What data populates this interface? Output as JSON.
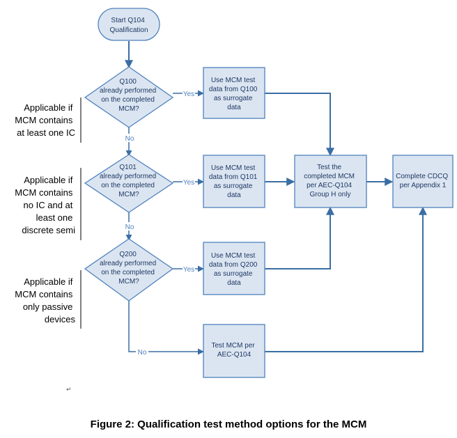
{
  "diagram": {
    "nodes": {
      "start": [
        "Start Q104",
        "Qualification"
      ],
      "q100_decision": [
        "Q100",
        "already performed",
        "on the completed",
        "MCM?"
      ],
      "q101_decision": [
        "Q101",
        "already performed",
        "on the completed",
        "MCM?"
      ],
      "q200_decision": [
        "Q200",
        "already performed",
        "on the completed",
        "MCM?"
      ],
      "q100_surrogate": [
        "Use MCM test",
        "data from Q100",
        "as surrogate",
        "data"
      ],
      "q101_surrogate": [
        "Use MCM test",
        "data from Q101",
        "as surrogate",
        "data"
      ],
      "q200_surrogate": [
        "Use MCM test",
        "data from Q200",
        "as surrogate",
        "data"
      ],
      "group_h": [
        "Test the",
        "completed MCM",
        "per AEC-Q104",
        "Group H only"
      ],
      "cdcq": [
        "Complete CDCQ",
        "per Appendix 1"
      ],
      "test_q104": [
        "Test MCM per",
        "AEC-Q104"
      ]
    },
    "edge_labels": {
      "yes": "Yes",
      "no": "No"
    },
    "notes": {
      "at_least_one_ic": [
        "Applicable if",
        "MCM contains",
        "at least one IC"
      ],
      "no_ic_discrete": [
        "Applicable if",
        "MCM contains",
        "no IC and at",
        "least one",
        "discrete semi"
      ],
      "only_passive": [
        "Applicable if",
        "MCM contains",
        "only passive",
        "devices"
      ]
    },
    "paragraph_mark": "↵"
  },
  "caption": "Figure 2:  Qualification test method options for the MCM",
  "colors": {
    "shape_fill": "#dbe5f1",
    "shape_stroke": "#4f81bd",
    "connector": "#3a6ea5",
    "text": "#1f3864"
  }
}
